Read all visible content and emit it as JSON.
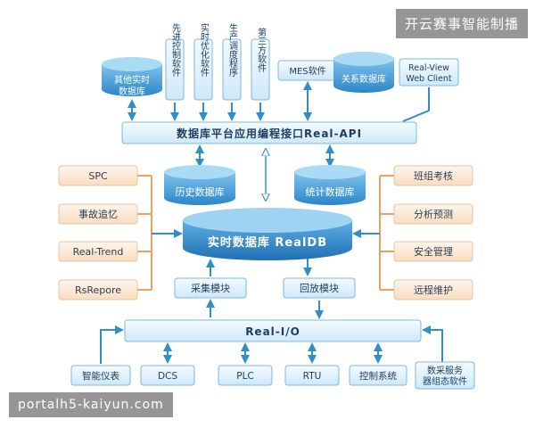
{
  "watermark_top": "开云赛事智能制播",
  "watermark_bottom": "portalh5-kaiyun.com",
  "top_db": {
    "other_realtime_db": [
      "其他实时",
      "数据库"
    ],
    "mes": "MES软件",
    "relational_db": "关系数据库",
    "realview_web": [
      "Real-View",
      "Web Client"
    ]
  },
  "top_software_vertical": {
    "advanced_control": "先进控制软件",
    "realtime_optimization": "实时优化软件",
    "production_scheduling": "生产调度程序",
    "third_party": "第三方软件"
  },
  "api_bar": "数据库平台应用编程接口Real-API",
  "history_db": "历史数据库",
  "stats_db": "统计数据库",
  "realdb": "实时数据库 RealDB",
  "collect_module": "采集模块",
  "playback_module": "回放模块",
  "io_bar": "Real-I/O",
  "left_tools": [
    "SPC",
    "事故追忆",
    "Real-Trend",
    "RsRepore"
  ],
  "right_tools": [
    "班组考核",
    "分析预测",
    "安全管理",
    "远程维护"
  ],
  "bottom_devices": [
    "智能仪表",
    "DCS",
    "PLC",
    "RTU",
    "控制系统",
    [
      "数采服务",
      "器组态软件"
    ]
  ]
}
